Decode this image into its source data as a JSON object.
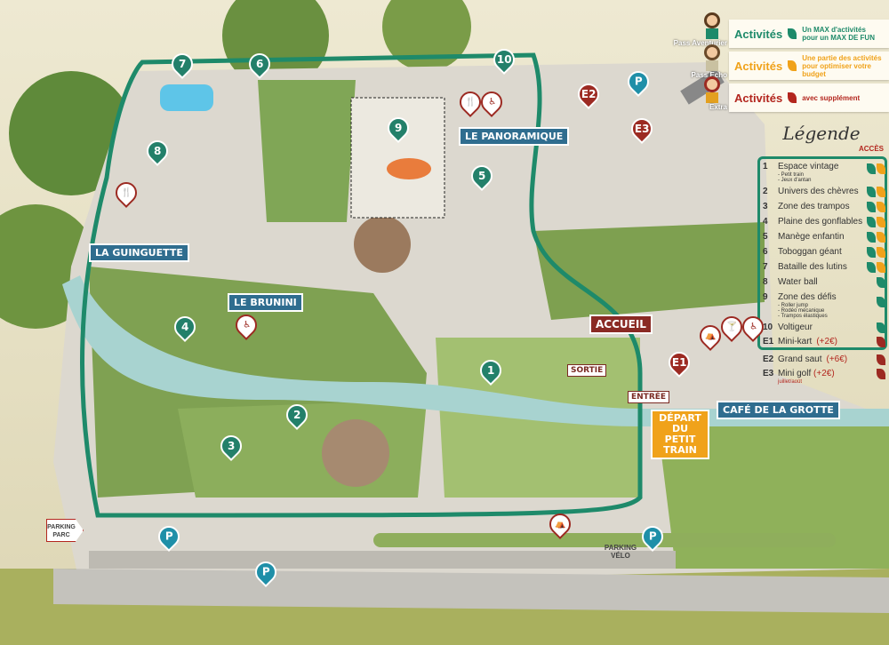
{
  "header_ribbons": [
    {
      "badge": "Pass Aventurier",
      "title": "Activités",
      "desc": "Un MAX d'activités pour un MAX DE FUN"
    },
    {
      "badge": "Pass Echo",
      "title": "Activités",
      "desc": "Une partie des activités pour optimiser votre budget"
    },
    {
      "badge": "Extra",
      "title": "Activités",
      "desc": "avec supplément"
    }
  ],
  "legend": {
    "title": "Légende",
    "access_label": "ACCÈS",
    "items": [
      {
        "num": "1",
        "label": "Espace vintage",
        "sub": [
          "- Petit train",
          "- Jeux d'antan"
        ],
        "access": [
          "green",
          "orange"
        ]
      },
      {
        "num": "2",
        "label": "Univers des chèvres",
        "access": [
          "green",
          "orange"
        ]
      },
      {
        "num": "3",
        "label": "Zone des trampos",
        "access": [
          "green",
          "orange"
        ]
      },
      {
        "num": "4",
        "label": "Plaine des gonflables",
        "access": [
          "green",
          "orange"
        ]
      },
      {
        "num": "5",
        "label": "Manège enfantin",
        "access": [
          "green",
          "orange"
        ]
      },
      {
        "num": "6",
        "label": "Toboggan géant",
        "access": [
          "green",
          "orange"
        ]
      },
      {
        "num": "7",
        "label": "Bataille des lutins",
        "access": [
          "green",
          "orange"
        ]
      },
      {
        "num": "8",
        "label": "Water ball",
        "access": [
          "green"
        ]
      },
      {
        "num": "9",
        "label": "Zone des défis",
        "sub": [
          "- Roller jump",
          "- Rodéo mécanique",
          "- Trampos élastiques"
        ],
        "access": [
          "green"
        ]
      },
      {
        "num": "10",
        "label": "Voltigeur",
        "access": [
          "green"
        ]
      },
      {
        "num": "E1",
        "label": "Mini-kart",
        "extra": "(+2€)",
        "access": [
          "red"
        ]
      },
      {
        "num": "E2",
        "label": "Grand saut",
        "extra": "(+6€)",
        "access": [
          "red"
        ]
      },
      {
        "num": "E3",
        "label": "Mini golf",
        "extra": "(+2€)",
        "note": "juillet/août",
        "access": [
          "red"
        ]
      }
    ]
  },
  "places": {
    "guinguette": "LA GUINGUETTE",
    "brunini": "LE BRUNINI",
    "panoramique": "LE PANORAMIQUE",
    "accueil": "ACCUEIL",
    "sortie": "SORTIE",
    "entree": "ENTRÉE",
    "depart_train": "DÉPART DU PETIT TRAIN",
    "cafe": "CAFÉ DE LA GROTTE",
    "parking_parc": "PARKING PARC",
    "parking_velo": "PARKING VÉLO"
  },
  "markers": {
    "activities": [
      "1",
      "2",
      "3",
      "4",
      "5",
      "6",
      "7",
      "8",
      "9",
      "10"
    ],
    "extras": [
      "E1",
      "E2",
      "E3"
    ],
    "parking": "P"
  },
  "colors": {
    "green": "#1e8a6a",
    "orange": "#f0a21a",
    "red": "#9c2a22",
    "blue": "#2f6d8f"
  }
}
